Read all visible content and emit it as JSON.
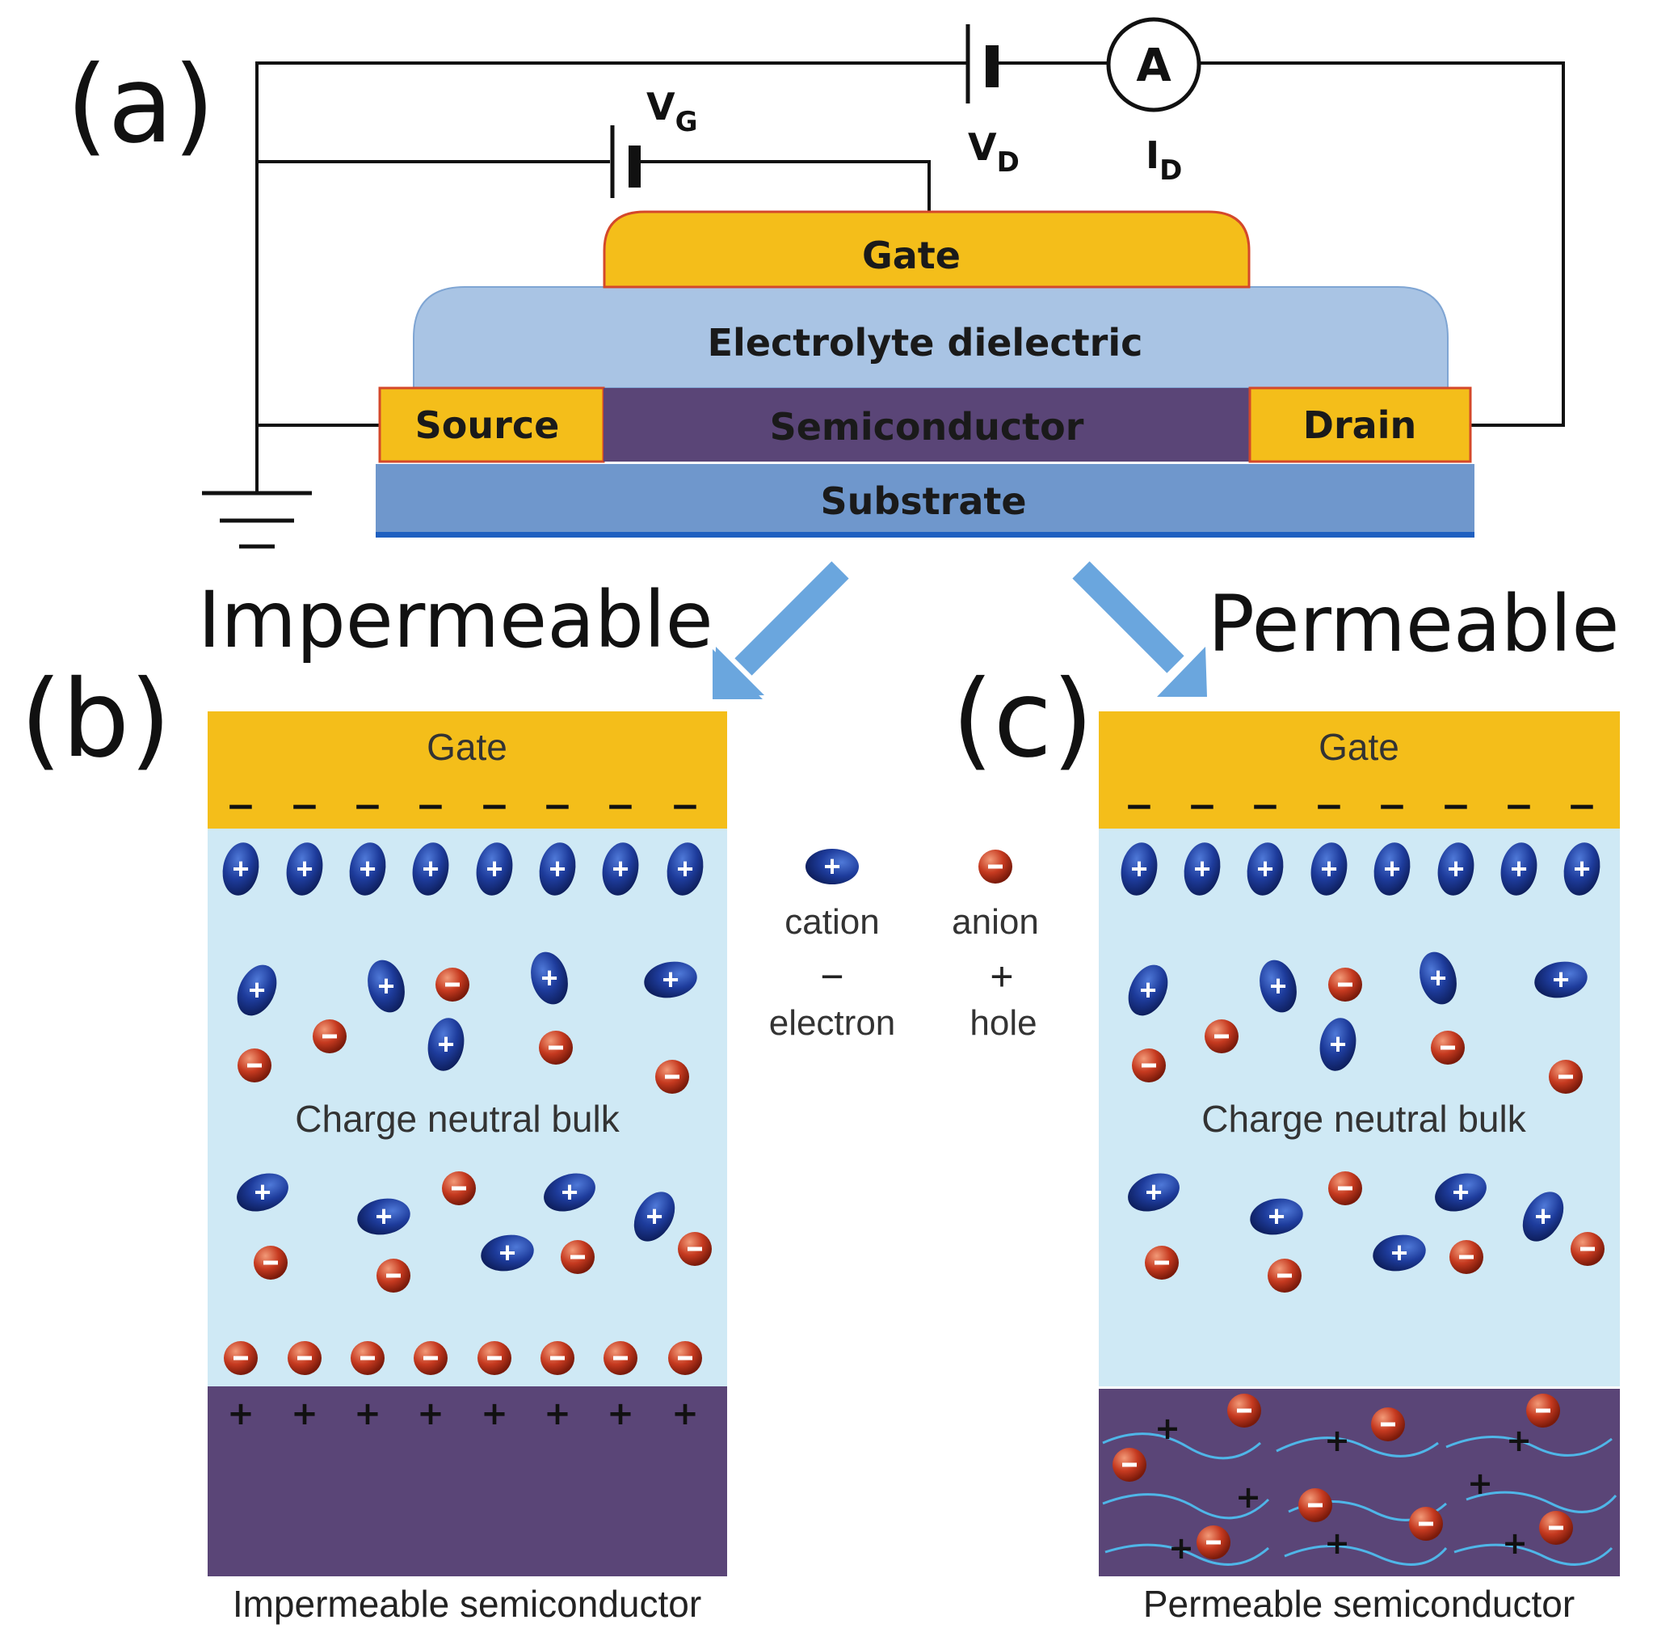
{
  "panel_a": {
    "label": "(a)",
    "vg": {
      "main": "V",
      "sub": "G"
    },
    "vd": {
      "main": "V",
      "sub": "D"
    },
    "id": {
      "main": "I",
      "sub": "D"
    },
    "ammeter": "A",
    "layers": {
      "gate": "Gate",
      "electrolyte": "Electrolyte dielectric",
      "source": "Source",
      "semiconductor": "Semiconductor",
      "drain": "Drain",
      "substrate": "Substrate"
    }
  },
  "branch_labels": {
    "left": "Impermeable",
    "right": "Permeable"
  },
  "panel_b": {
    "label": "(b)",
    "gate": "Gate",
    "bulk": "Charge neutral bulk",
    "caption": "Impermeable semiconductor"
  },
  "panel_c": {
    "label": "(c)",
    "gate": "Gate",
    "bulk": "Charge neutral bulk",
    "caption": "Permeable semiconductor"
  },
  "legend": {
    "cation": "cation",
    "anion": "anion",
    "electron_symbol": "−",
    "electron": "electron",
    "hole_symbol": "+",
    "hole": "hole"
  },
  "symbols": {
    "plus": "+",
    "minus": "−"
  },
  "colors": {
    "gate": "#F4BE1A",
    "electrolyte_a": "#A9C4E4",
    "electrolyte_bc": "#CFE9F5",
    "semiconductor": "#5A4577",
    "substrate": "#6F97CC",
    "cation": "#1E3C9C",
    "anion": "#C63A20",
    "arrow": "#6AA6DE",
    "polymer": "#4FB6E8"
  }
}
